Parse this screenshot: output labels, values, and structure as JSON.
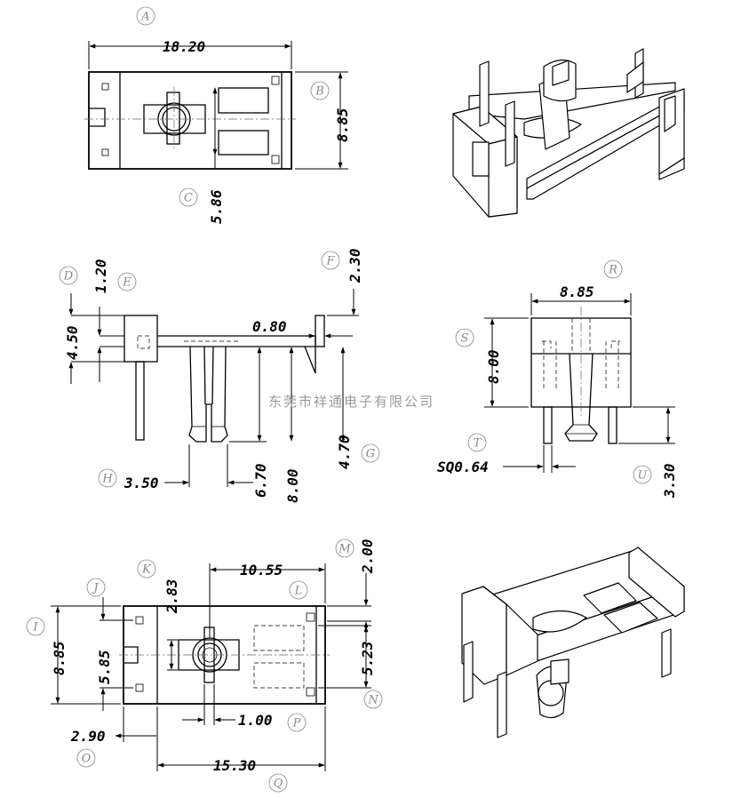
{
  "dimensions": {
    "top_width": "18.20",
    "top_height": "8.85",
    "top_slot": "5.86",
    "side_left_h": "4.50",
    "side_tab_h": "1.20",
    "side_wall_h": "2.30",
    "side_wall_t": "0.80",
    "side_pin_gap": "3.50",
    "side_pin_len1": "6.70",
    "side_pin_len2": "8.00",
    "side_right_len": "4.70",
    "end_width": "8.85",
    "end_height": "8.00",
    "end_pin_size": "SQ0.64",
    "end_pin_len": "3.30",
    "bot_height": "8.85",
    "bot_inner": "5.85",
    "bot_offset": "2.83",
    "bot_span": "10.55",
    "bot_wall": "2.00",
    "bot_right": "5.23",
    "bot_left": "2.90",
    "bot_post": "1.00",
    "bot_width": "15.30"
  },
  "labels": [
    "A",
    "B",
    "C",
    "D",
    "E",
    "F",
    "G",
    "H",
    "I",
    "J",
    "K",
    "L",
    "M",
    "N",
    "O",
    "P",
    "Q",
    "R",
    "S",
    "T",
    "U"
  ],
  "watermark": "东莞市祥通电子有限公司"
}
